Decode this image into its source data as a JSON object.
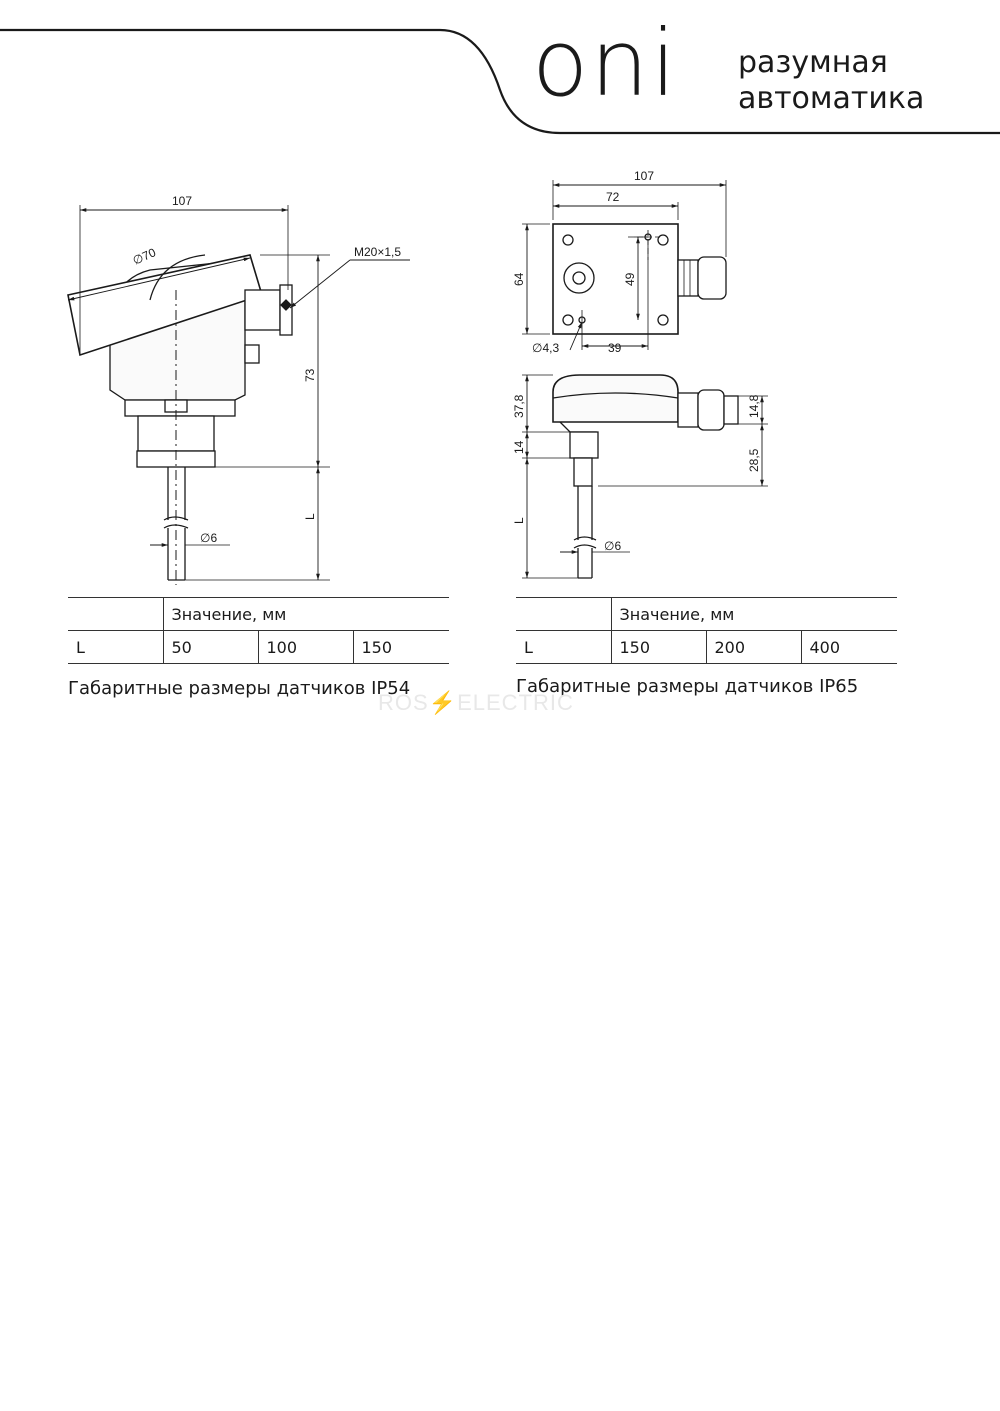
{
  "header": {
    "logo": "oni",
    "tagline_line1": "разумная",
    "tagline_line2": "автоматика"
  },
  "drawing_ip54": {
    "dim_width": "107",
    "dim_diameter": "∅70",
    "dim_thread": "M20×1,5",
    "dim_height": "73",
    "dim_length": "L",
    "dim_stem": "∅6"
  },
  "drawing_ip65": {
    "dim_width": "107",
    "dim_inner_width": "72",
    "dim_height": "64",
    "dim_holes_vertical": "49",
    "dim_hole": "∅4,3",
    "dim_holes_horizontal": "39",
    "dim_cover": "37,8",
    "dim_gland": "14,8",
    "dim_base": "14",
    "dim_offset": "28,5",
    "dim_length": "L",
    "dim_stem": "∅6"
  },
  "table_ip54": {
    "header": "Значение, мм",
    "row_label": "L",
    "values": [
      "50",
      "100",
      "150"
    ]
  },
  "table_ip65": {
    "header": "Значение, мм",
    "row_label": "L",
    "values": [
      "150",
      "200",
      "400"
    ]
  },
  "captions": {
    "ip54": "Габаритные размеры датчиков IP54",
    "ip65": "Габаритные размеры датчиков IP65"
  },
  "watermark": "ROS⚡ELECTRIC"
}
